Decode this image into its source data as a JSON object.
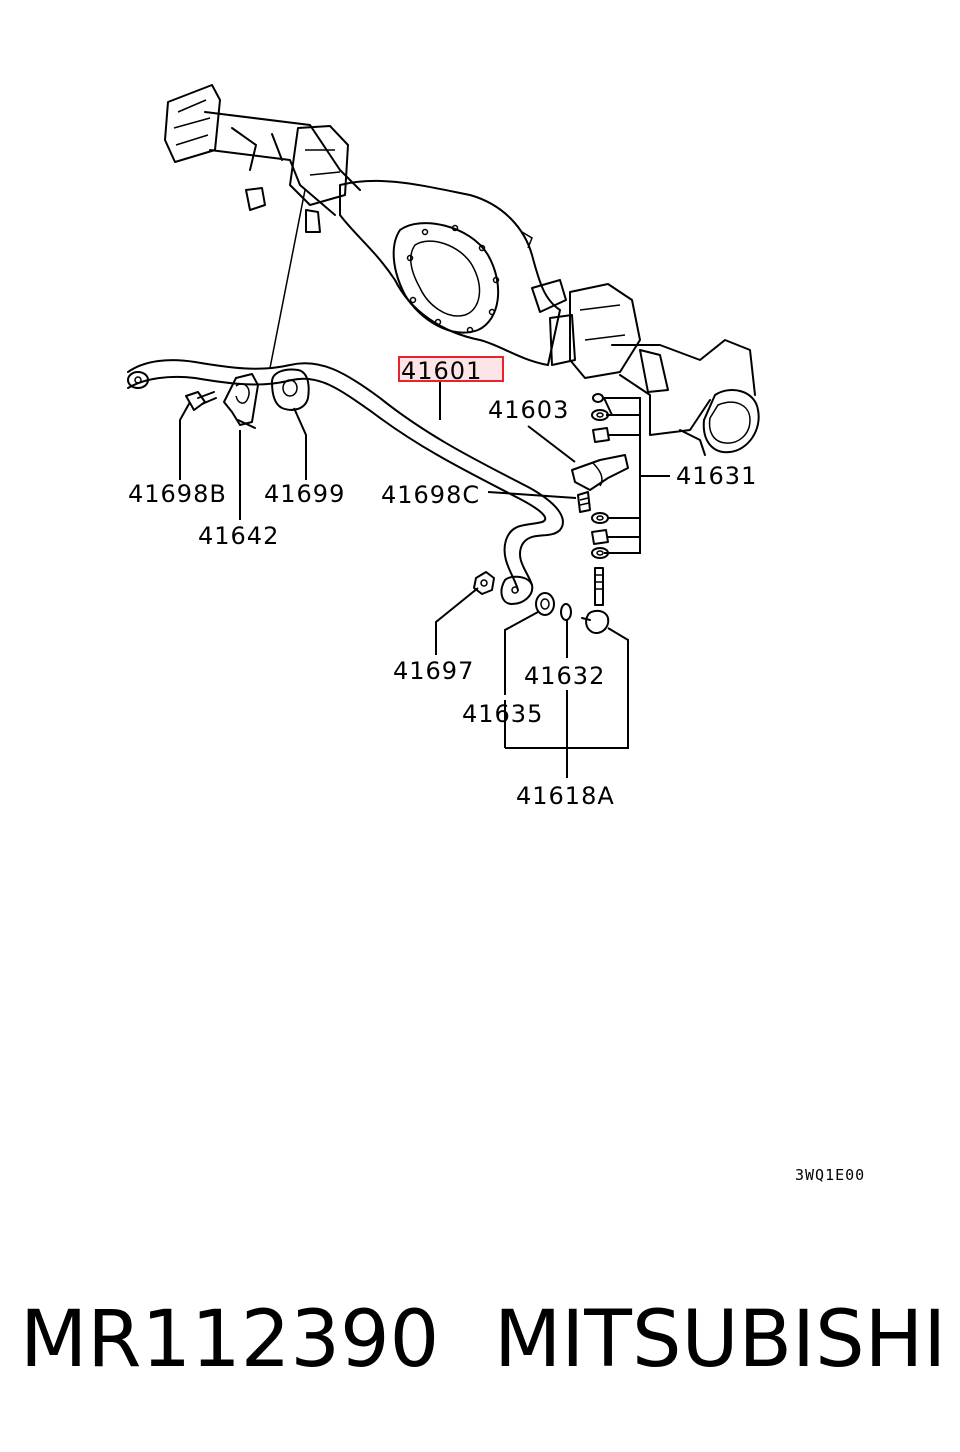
{
  "diagram": {
    "labels": {
      "l41601": "41601",
      "l41603": "41603",
      "l41631": "41631",
      "l41698B": "41698B",
      "l41699": "41699",
      "l41642": "41642",
      "l41698C": "41698C",
      "l41697": "41697",
      "l41632": "41632",
      "l41635": "41635",
      "l41618A": "41618A"
    },
    "highlight_label": "41601",
    "highlight_color": "#e8232a",
    "highlight_fill": "#fde4e6",
    "reference_code": "3WQ1E00"
  },
  "caption": {
    "part_number": "MR112390",
    "brand": "MITSUBISHI"
  }
}
